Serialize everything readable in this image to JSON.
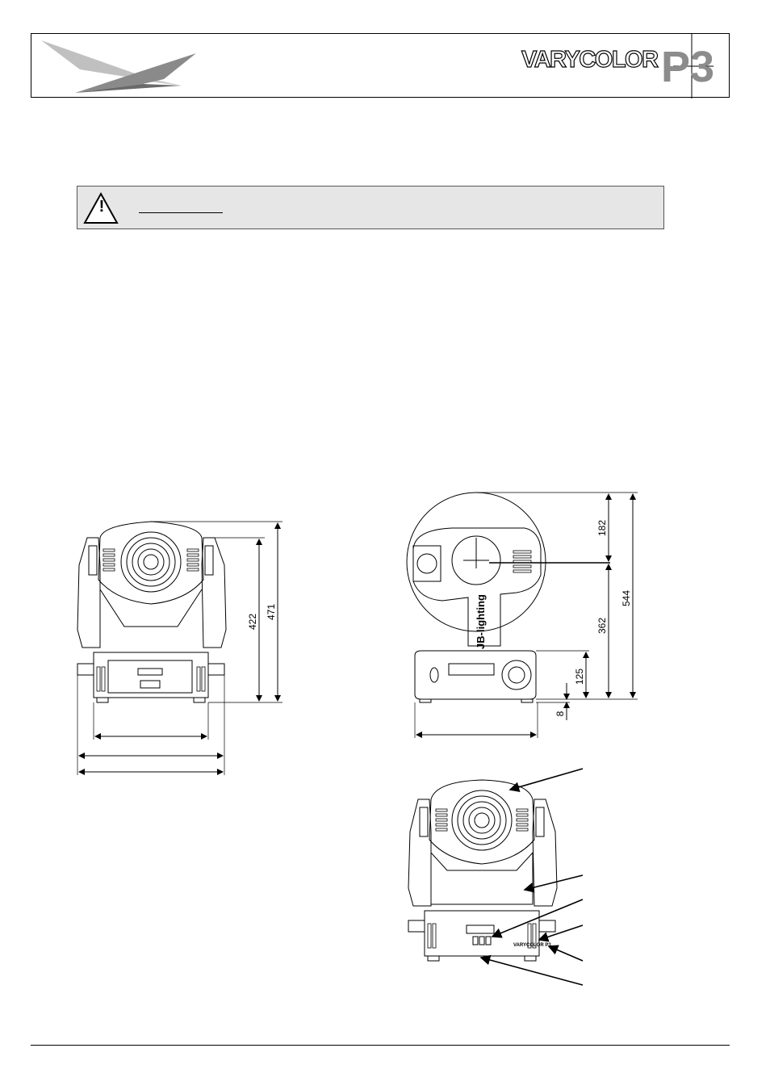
{
  "header": {
    "brand_name": "VARYCOLOR",
    "brand_model": "P3"
  },
  "warning": {
    "icon": "warning-triangle-icon",
    "mark": "!"
  },
  "drawing_front": {
    "dimensions": [
      "422",
      "471"
    ]
  },
  "drawing_side": {
    "dimensions": [
      "182",
      "544",
      "362",
      "125",
      "8"
    ],
    "logo_text": "JB-lighting"
  },
  "drawing_callout": {
    "panel_label": "VARYCOLOR P3"
  }
}
